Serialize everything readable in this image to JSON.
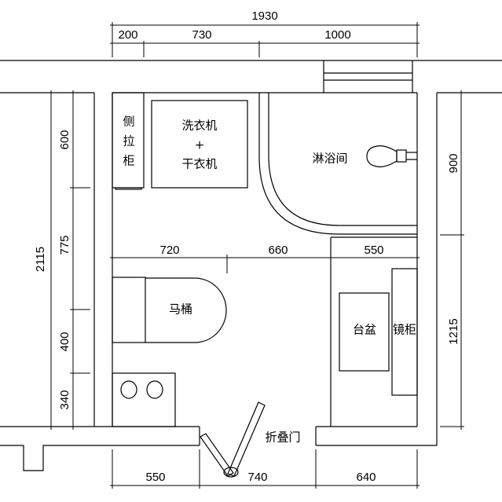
{
  "labels": {
    "side_cabinet": [
      "侧",
      "拉",
      "柜"
    ],
    "washer_line1": "洗衣机",
    "washer_plus": "+",
    "washer_line2": "干衣机",
    "shower": "淋浴间",
    "toilet": "马桶",
    "basin": "台盆",
    "mirror_cabinet": "镜柜",
    "folding_door": "折叠门"
  },
  "dimensions": {
    "top_total": "1930",
    "top": [
      "200",
      "730",
      "1000"
    ],
    "middle": [
      "720",
      "660",
      "550"
    ],
    "bottom": [
      "550",
      "740",
      "640"
    ],
    "left_total": "2115",
    "left": [
      "600",
      "775",
      "400",
      "340"
    ],
    "right": [
      "900",
      "1215"
    ]
  }
}
